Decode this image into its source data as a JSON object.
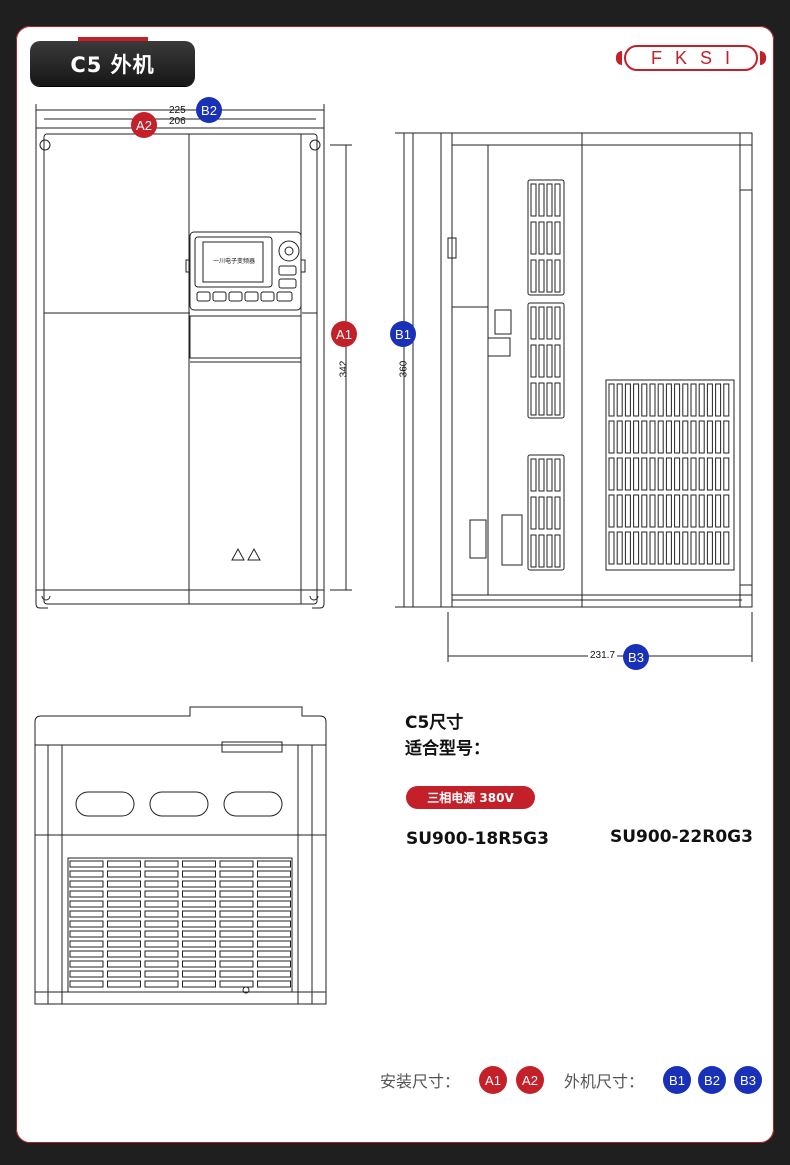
{
  "header": {
    "title": "C5 外机",
    "logo_text": "FKSI"
  },
  "colors": {
    "accent": "#c4202a",
    "blue": "#1930b8",
    "background": "#1f1f1f"
  },
  "labels": {
    "a1": "A1",
    "a2": "A2",
    "b1": "B1",
    "b2": "B2",
    "b3": "B3"
  },
  "dimensions": {
    "a2_width": "206",
    "b2_width": "225",
    "a1_height": "342",
    "b1_height": "360",
    "b3_depth": "231.7"
  },
  "keypad": {
    "display_text": "一川电子变频器"
  },
  "info": {
    "size_title": "C5尺寸",
    "models_title": "适合型号：",
    "spec_badge": "三相电源 380V",
    "models": [
      "SU900-18R5G3",
      "SU900-22R0G3"
    ]
  },
  "legend": {
    "install_label": "安装尺寸：",
    "outer_label": "外机尺寸："
  }
}
